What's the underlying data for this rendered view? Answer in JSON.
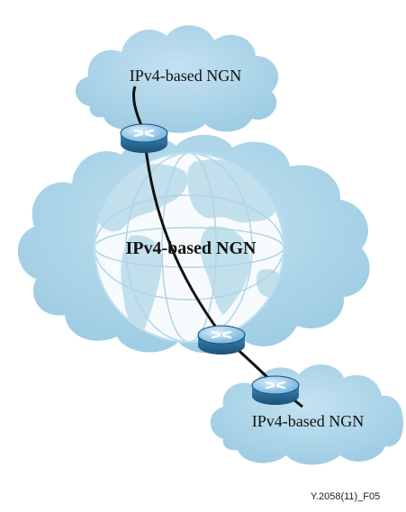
{
  "colors": {
    "cloud": "#a9d3e7",
    "cloud_edge": "#8fc3dc",
    "globe_land": "#c9e3ef",
    "router_body": "#2a6e9c",
    "router_top": "#a9d4ee",
    "link": "#111111"
  },
  "icons": {
    "cloud": "cloud-icon",
    "router": "router-icon",
    "globe": "globe-icon"
  },
  "networks": {
    "top_label": "IPv4-based NGN",
    "center_label": "IPv4-based NGN",
    "bottom_label": "IPv4-based NGN"
  },
  "figure_id": "Y.2058(11)_F05"
}
